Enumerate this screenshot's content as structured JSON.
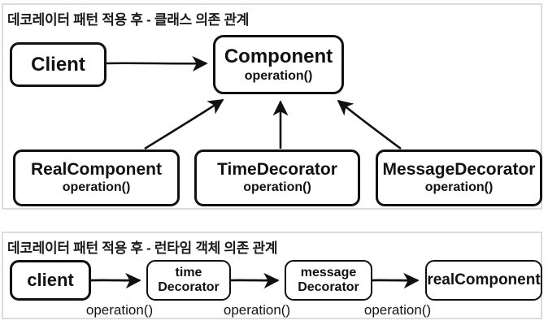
{
  "colors": {
    "stroke": "#111111",
    "panel_border": "#dcdcdc",
    "background": "#ffffff"
  },
  "class_diagram": {
    "title": "데코레이터 패턴 적용 후 - 클래스 의존 관계",
    "client": {
      "label": "Client"
    },
    "component": {
      "label": "Component",
      "method": "operation()"
    },
    "real_component": {
      "label": "RealComponent",
      "method": "operation()"
    },
    "time_decorator": {
      "label": "TimeDecorator",
      "method": "operation()"
    },
    "message_decorator": {
      "label": "MessageDecorator",
      "method": "operation()"
    }
  },
  "runtime_diagram": {
    "title": "데코레이터 패턴 적용 후 - 런타임 객체 의존 관계",
    "client": {
      "label": "client"
    },
    "time_decorator": {
      "line1": "time",
      "line2": "Decorator"
    },
    "message_decorator": {
      "line1": "message",
      "line2": "Decorator"
    },
    "real_component": {
      "label": "realComponent"
    },
    "edge_labels": [
      "operation()",
      "operation()",
      "operation()"
    ]
  }
}
